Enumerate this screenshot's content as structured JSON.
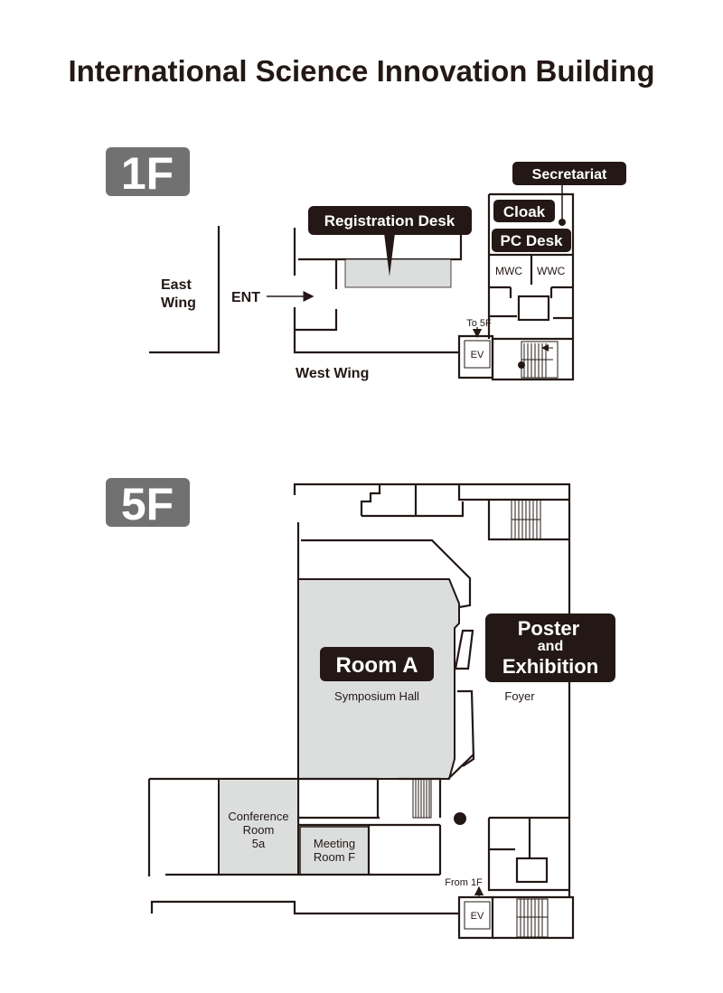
{
  "title": "International Science Innovation Building",
  "colors": {
    "ink": "#231815",
    "badge": "#727171",
    "room_fill": "#dcdddd",
    "white": "#ffffff"
  },
  "floor1": {
    "badge": "1F",
    "labels": {
      "east_wing_line1": "East",
      "east_wing_line2": "Wing",
      "entrance": "ENT",
      "west_wing": "West Wing",
      "registration": "Registration Desk",
      "secretariat": "Secretariat",
      "cloak": "Cloak",
      "pc_desk": "PC Desk",
      "mwc": "MWC",
      "wwc": "WWC",
      "to_5f": "To 5F",
      "ev": "EV"
    }
  },
  "floor5": {
    "badge": "5F",
    "labels": {
      "room_a": "Room A",
      "symposium_hall": "Symposium Hall",
      "poster_line1": "Poster",
      "poster_line2": "and",
      "poster_line3": "Exhibition",
      "foyer": "Foyer",
      "conf_line1": "Conference",
      "conf_line2": "Room",
      "conf_line3": "5a",
      "meeting_line1": "Meeting",
      "meeting_line2": "Room F",
      "from_1f": "From 1F",
      "ev": "EV"
    }
  }
}
